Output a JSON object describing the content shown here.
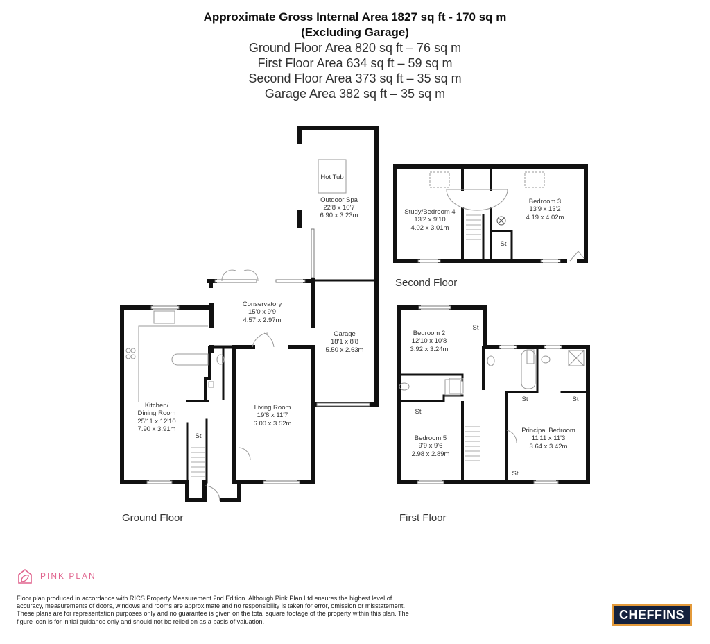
{
  "header": {
    "title": "Approximate Gross Internal Area 1827 sq ft - 170 sq m",
    "subtitle": "(Excluding Garage)",
    "areas": [
      "Ground Floor Area 820 sq ft – 76 sq m",
      "First Floor Area 634 sq ft – 59 sq m",
      "Second Floor Area 373 sq ft – 35 sq m",
      "Garage Area 382 sq ft – 35 sq m"
    ]
  },
  "floors": {
    "ground": {
      "label": "Ground Floor",
      "rooms": {
        "outdoor_spa": {
          "name": "Outdoor Spa",
          "imperial": "22'8 x 10'7",
          "metric": "6.90 x 3.23m",
          "feature": "Hot Tub"
        },
        "conservatory": {
          "name": "Conservatory",
          "imperial": "15'0 x 9'9",
          "metric": "4.57 x 2.97m"
        },
        "garage": {
          "name": "Garage",
          "imperial": "18'1 x 8'8",
          "metric": "5.50 x 2.63m"
        },
        "kitchen": {
          "name_line1": "Kitchen/",
          "name_line2": "Dining Room",
          "imperial": "25'11 x 12'10",
          "metric": "7.90 x 3.91m"
        },
        "living_room": {
          "name": "Living Room",
          "imperial": "19'8 x 11'7",
          "metric": "6.00 x 3.52m"
        },
        "store": {
          "name": "St"
        }
      }
    },
    "second": {
      "label": "Second Floor",
      "rooms": {
        "study": {
          "name": "Study/Bedroom 4",
          "imperial": "13'2 x 9'10",
          "metric": "4.02 x 3.01m"
        },
        "bedroom3": {
          "name": "Bedroom 3",
          "imperial": "13'9 x 13'2",
          "metric": "4.19 x 4.02m"
        },
        "store": {
          "name": "St"
        }
      }
    },
    "first": {
      "label": "First Floor",
      "rooms": {
        "bedroom2": {
          "name": "Bedroom 2",
          "imperial": "12'10 x 10'8",
          "metric": "3.92 x 3.24m"
        },
        "bedroom5": {
          "name": "Bedroom 5",
          "imperial": "9'9 x 9'6",
          "metric": "2.98 x 2.89m"
        },
        "principal": {
          "name": "Principal Bedroom",
          "imperial": "11'11 x 11'3",
          "metric": "3.64 x 3.42m"
        },
        "store": {
          "name": "St"
        }
      }
    }
  },
  "footer": {
    "brand": "PINK PLAN",
    "disclaimer": "Floor plan produced in accordance with RICS Property Measurement 2nd Edition. Although Pink Plan Ltd ensures the highest level of accuracy, measurements of doors, windows and rooms are approximate and no responsibility is taken for error, omission or misstatement. These plans are for representation purposes only and no guarantee is given on the total square footage of the property within this plan. The figure icon is for initial guidance only and should not be relied on as a basis of valuation.",
    "agent_logo": "CHEFFINS"
  },
  "colors": {
    "wall": "#111111",
    "brand_pink": "#e0648e",
    "agent_navy": "#14213d",
    "agent_orange": "#e39a3b"
  }
}
